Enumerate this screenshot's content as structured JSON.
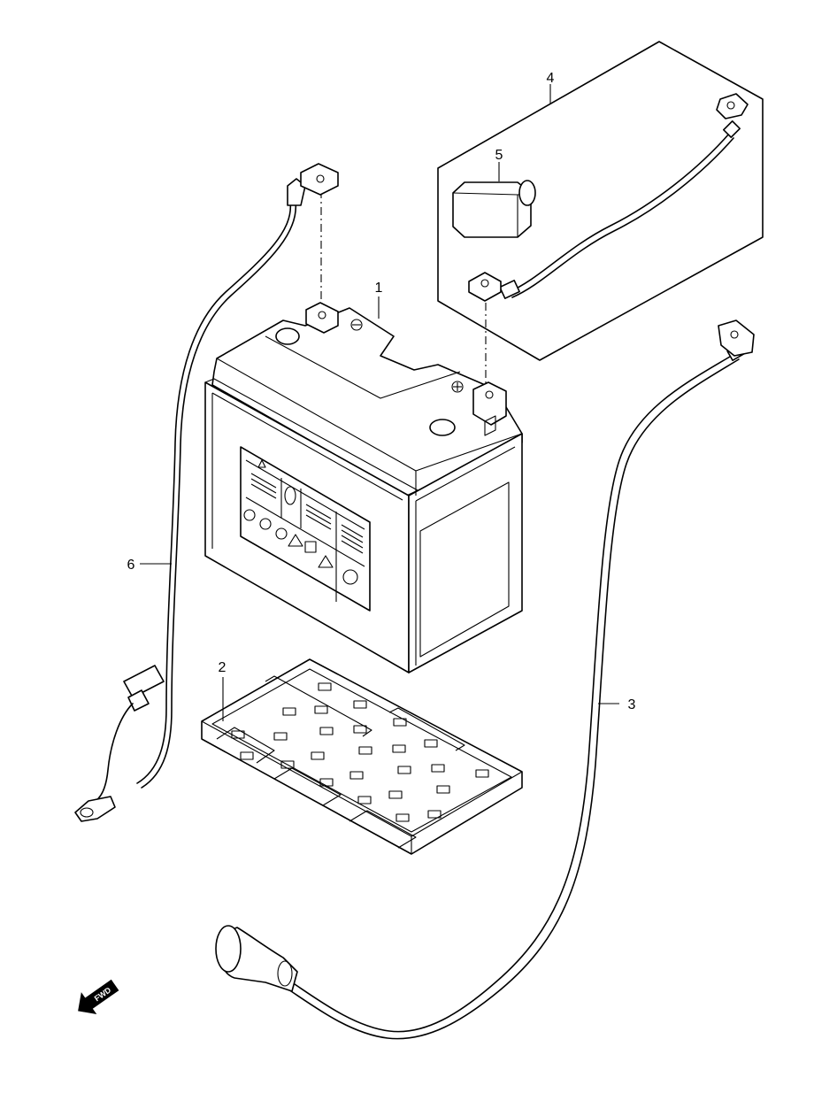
{
  "callouts": [
    {
      "id": "1",
      "label": "1"
    },
    {
      "id": "2",
      "label": "2"
    },
    {
      "id": "3",
      "label": "3"
    },
    {
      "id": "4",
      "label": "4"
    },
    {
      "id": "5",
      "label": "5"
    },
    {
      "id": "6",
      "label": "6"
    }
  ],
  "direction_marker": {
    "label": "FWD",
    "icon": "forward-arrow-icon"
  }
}
